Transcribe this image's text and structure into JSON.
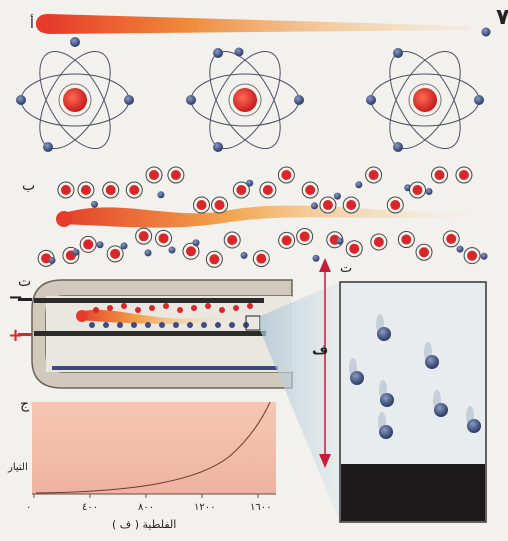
{
  "page_number": "٧",
  "panels": {
    "a": {
      "label": "أ"
    },
    "b": {
      "label": "ب"
    },
    "c": {
      "label": "ت",
      "neg_sign": "−",
      "pos_sign": "+",
      "gap_label": "ف"
    },
    "d": {
      "label": "ج",
      "y_label": "التيار",
      "x_label": "الفلطية ( ف )",
      "x_ticks": [
        "٠",
        "٤٠٠",
        "٨٠٠",
        "١٢٠٠",
        "١٦٠٠"
      ]
    }
  },
  "colors": {
    "nucleus": "#e02a26",
    "electron": "#4a5c8c",
    "ion": "#d8262a",
    "streak_hot": "#e85a2a",
    "streak_cool": "#f4c070",
    "graph_bg": "#f0b9a6",
    "plate": "#2a2a2a"
  }
}
